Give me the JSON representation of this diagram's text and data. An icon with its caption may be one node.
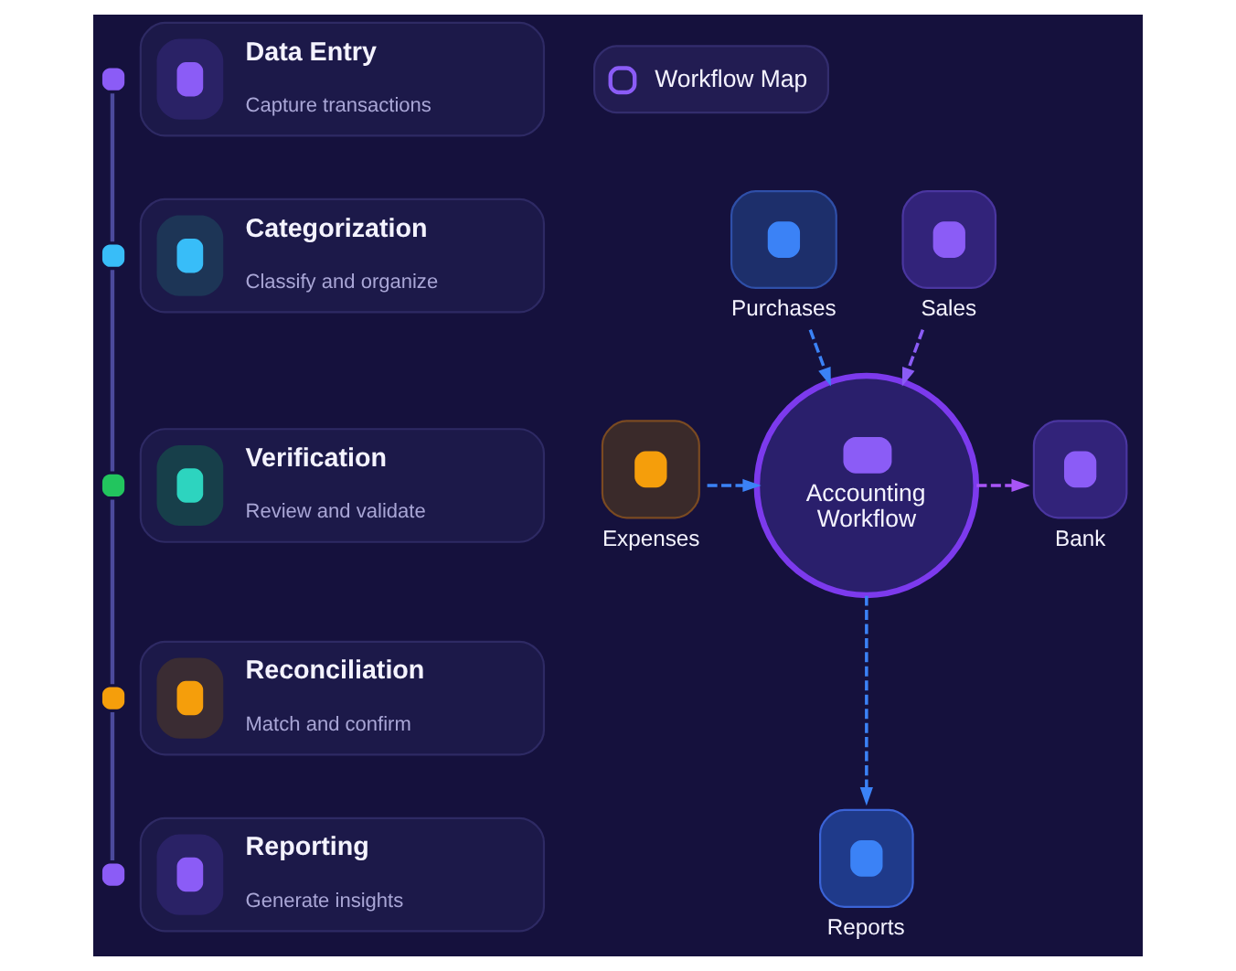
{
  "diagram": {
    "nodes": [
      {
        "text": [
          "Workflow Map"
        ]
      },
      {
        "text": [
          "Data Entry",
          "Capture transactions"
        ]
      },
      {
        "text": [
          "Categorization",
          "Classify and organize"
        ]
      },
      {
        "text": [
          "Verification",
          "Review and validate"
        ]
      },
      {
        "text": [
          "Reconciliation",
          "Match and confirm"
        ]
      },
      {
        "text": [
          "Reporting",
          "Generate insights"
        ]
      },
      {
        "text": [
          "Purchases"
        ]
      },
      {
        "text": [
          "Sales"
        ]
      },
      {
        "text": [
          "Accounting Workflow"
        ]
      },
      {
        "text": [
          "Expenses"
        ]
      },
      {
        "text": [
          "Bank"
        ]
      },
      {
        "text": [
          "Reports"
        ]
      }
    ],
    "edges": [
      {
        "from": 1,
        "to": 2,
        "arrow": "none"
      },
      {
        "from": 2,
        "to": 3,
        "arrow": "none"
      },
      {
        "from": 3,
        "to": 4,
        "arrow": "none"
      },
      {
        "from": 4,
        "to": 5,
        "arrow": "none"
      },
      {
        "from": 6,
        "to": 8,
        "arrow": "to",
        "style": "dashed",
        "color": "#3b82f6"
      },
      {
        "from": 7,
        "to": 8,
        "arrow": "to",
        "style": "dashed",
        "color": "#8b5cf6"
      },
      {
        "from": 9,
        "to": 8,
        "arrow": "to",
        "style": "dashed",
        "color": "#3b82f6"
      },
      {
        "from": 8,
        "to": 10,
        "arrow": "to",
        "style": "dashed",
        "color": "#a855f7"
      },
      {
        "from": 8,
        "to": 11,
        "arrow": "to",
        "style": "dashed",
        "color": "#3b82f6"
      }
    ]
  }
}
